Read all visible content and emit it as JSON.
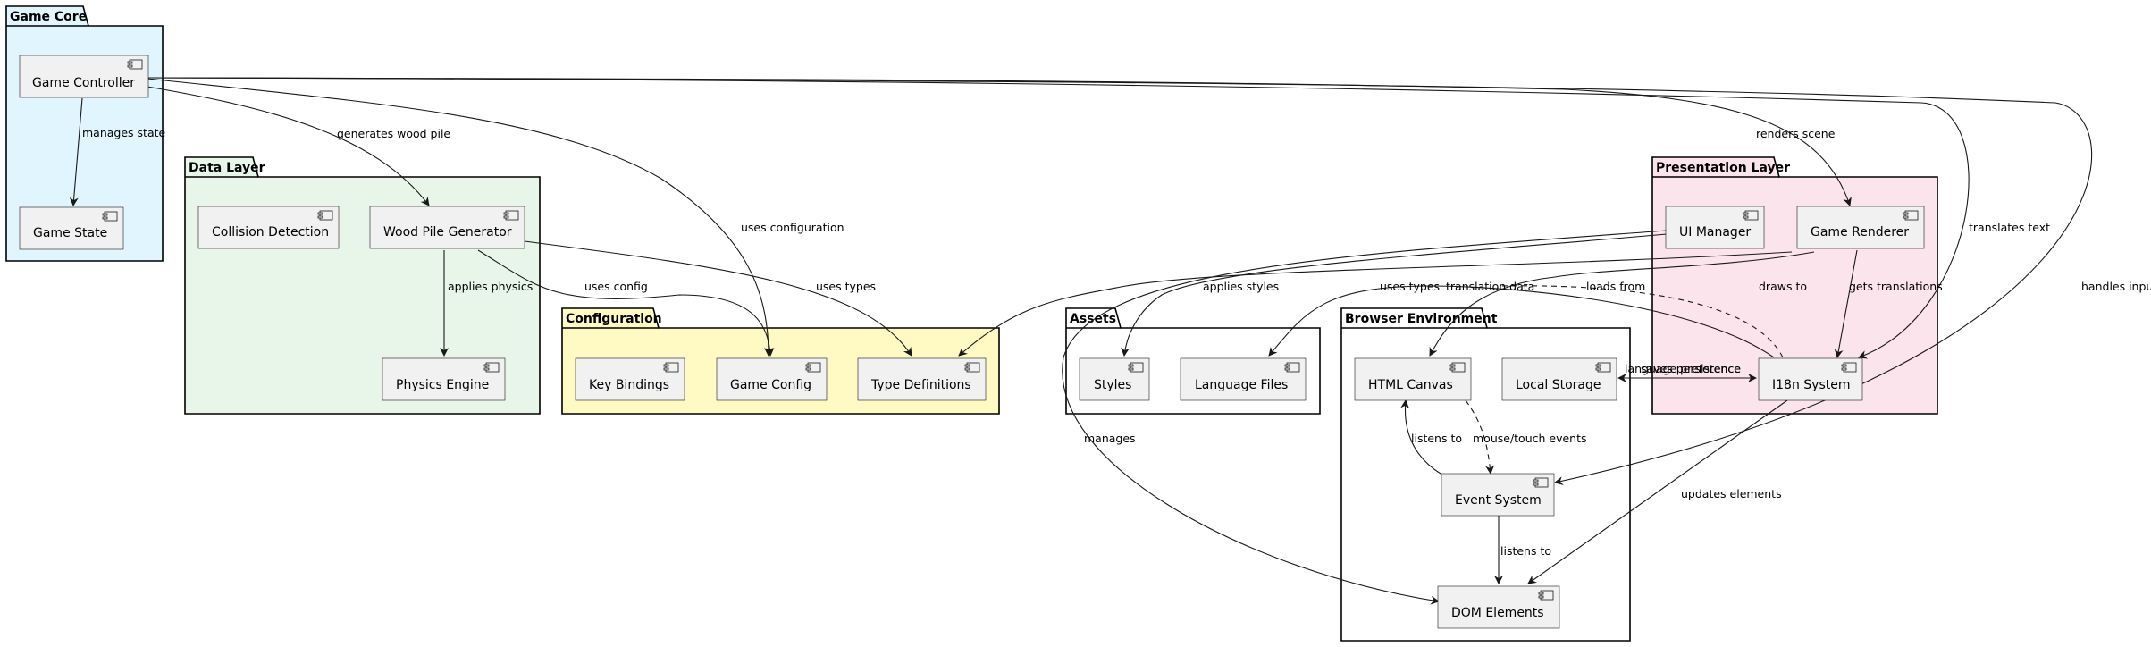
{
  "packages": {
    "game_core": {
      "label": "Game Core",
      "color": "#E1F5FE"
    },
    "data_layer": {
      "label": "Data Layer",
      "color": "#E8F5E9"
    },
    "configuration": {
      "label": "Configuration",
      "color": "#FFF9C4"
    },
    "assets": {
      "label": "Assets",
      "color": "#FFFFFF"
    },
    "browser_environment": {
      "label": "Browser Environment",
      "color": "#FFFFFF"
    },
    "presentation_layer": {
      "label": "Presentation Layer",
      "color": "#FCE4EC"
    }
  },
  "components": {
    "game_controller": "Game Controller",
    "game_state": "Game State",
    "collision_detection": "Collision Detection",
    "wood_pile_generator": "Wood Pile Generator",
    "physics_engine": "Physics Engine",
    "key_bindings": "Key Bindings",
    "game_config": "Game Config",
    "type_definitions": "Type Definitions",
    "styles": "Styles",
    "language_files": "Language Files",
    "html_canvas": "HTML Canvas",
    "local_storage": "Local Storage",
    "event_system": "Event System",
    "dom_elements": "DOM Elements",
    "ui_manager": "UI Manager",
    "game_renderer": "Game Renderer",
    "i18n_system": "I18n System"
  },
  "relations": {
    "manages_state": "manages state",
    "generates_wood_pile": "generates wood pile",
    "uses_configuration": "uses configuration",
    "renders_scene": "renders scene",
    "translates_text": "translates text",
    "handles_input": "handles input",
    "applies_physics": "applies physics",
    "uses_config": "uses config",
    "uses_types_data": "uses types",
    "manages": "manages",
    "applies_styles": "applies styles",
    "uses_types_renderer": "uses types",
    "translation_data": "translation data",
    "loads_from": "loads from",
    "draws_to": "draws to",
    "gets_translations": "gets translations",
    "language_preference": "language preference",
    "saves_persistence": "saves persistence",
    "listens_to_canvas": "listens to",
    "mouse_touch_events": "mouse/touch events",
    "listens_to_dom": "listens to",
    "updates_elements": "updates elements"
  }
}
